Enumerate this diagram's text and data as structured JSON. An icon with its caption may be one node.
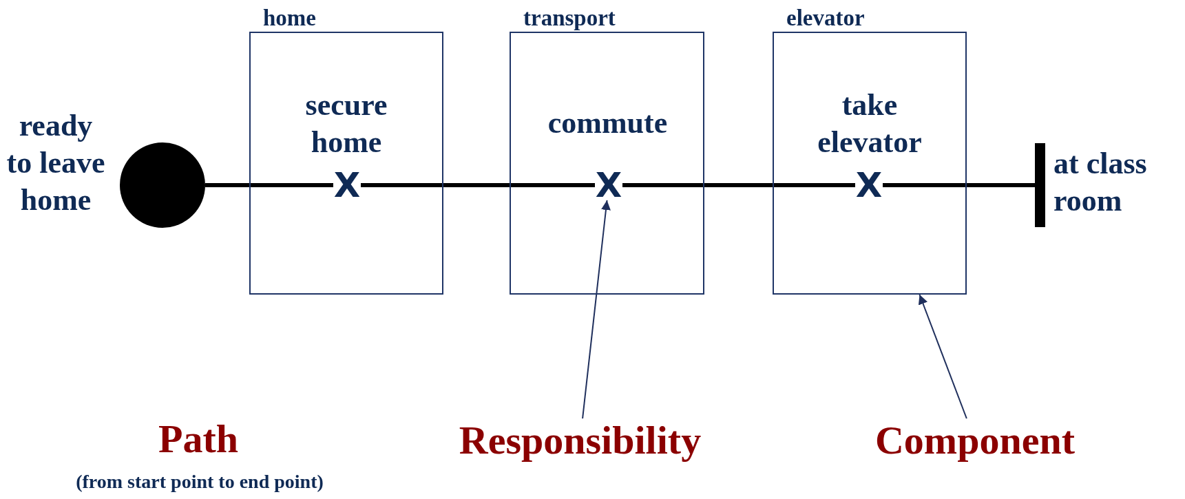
{
  "diagram": {
    "nodes": [
      {
        "text": [],
        "shape": "circle",
        "beside": [
          "ready to leave home"
        ]
      },
      {
        "text": [
          "home"
        ]
      },
      {
        "text": [
          "X"
        ],
        "in": 1,
        "beside": [
          "secure home"
        ]
      },
      {
        "text": [
          "transport"
        ]
      },
      {
        "text": [
          "X"
        ],
        "in": 3,
        "beside": [
          "commute"
        ]
      },
      {
        "text": [
          "elevator"
        ]
      },
      {
        "text": [
          "X"
        ],
        "in": 5,
        "beside": [
          "take elevator"
        ]
      },
      {
        "text": [],
        "shape": "bar",
        "beside": [
          "at class room"
        ]
      },
      {
        "text": [
          "Responsibility"
        ]
      },
      {
        "text": [
          "Component"
        ]
      }
    ],
    "edges": [
      {
        "from": 0,
        "to": 2,
        "arrow": "none"
      },
      {
        "from": 2,
        "to": 4,
        "arrow": "none"
      },
      {
        "from": 4,
        "to": 6,
        "arrow": "none"
      },
      {
        "from": 6,
        "to": 7,
        "arrow": "none"
      },
      {
        "from": 8,
        "to": 4,
        "arrow": "to",
        "color": "#1f2f5c"
      },
      {
        "from": 9,
        "to": 5,
        "arrow": "to",
        "color": "#1f2f5c"
      }
    ],
    "labels": [
      "Path",
      "(from start point to end point)"
    ]
  }
}
